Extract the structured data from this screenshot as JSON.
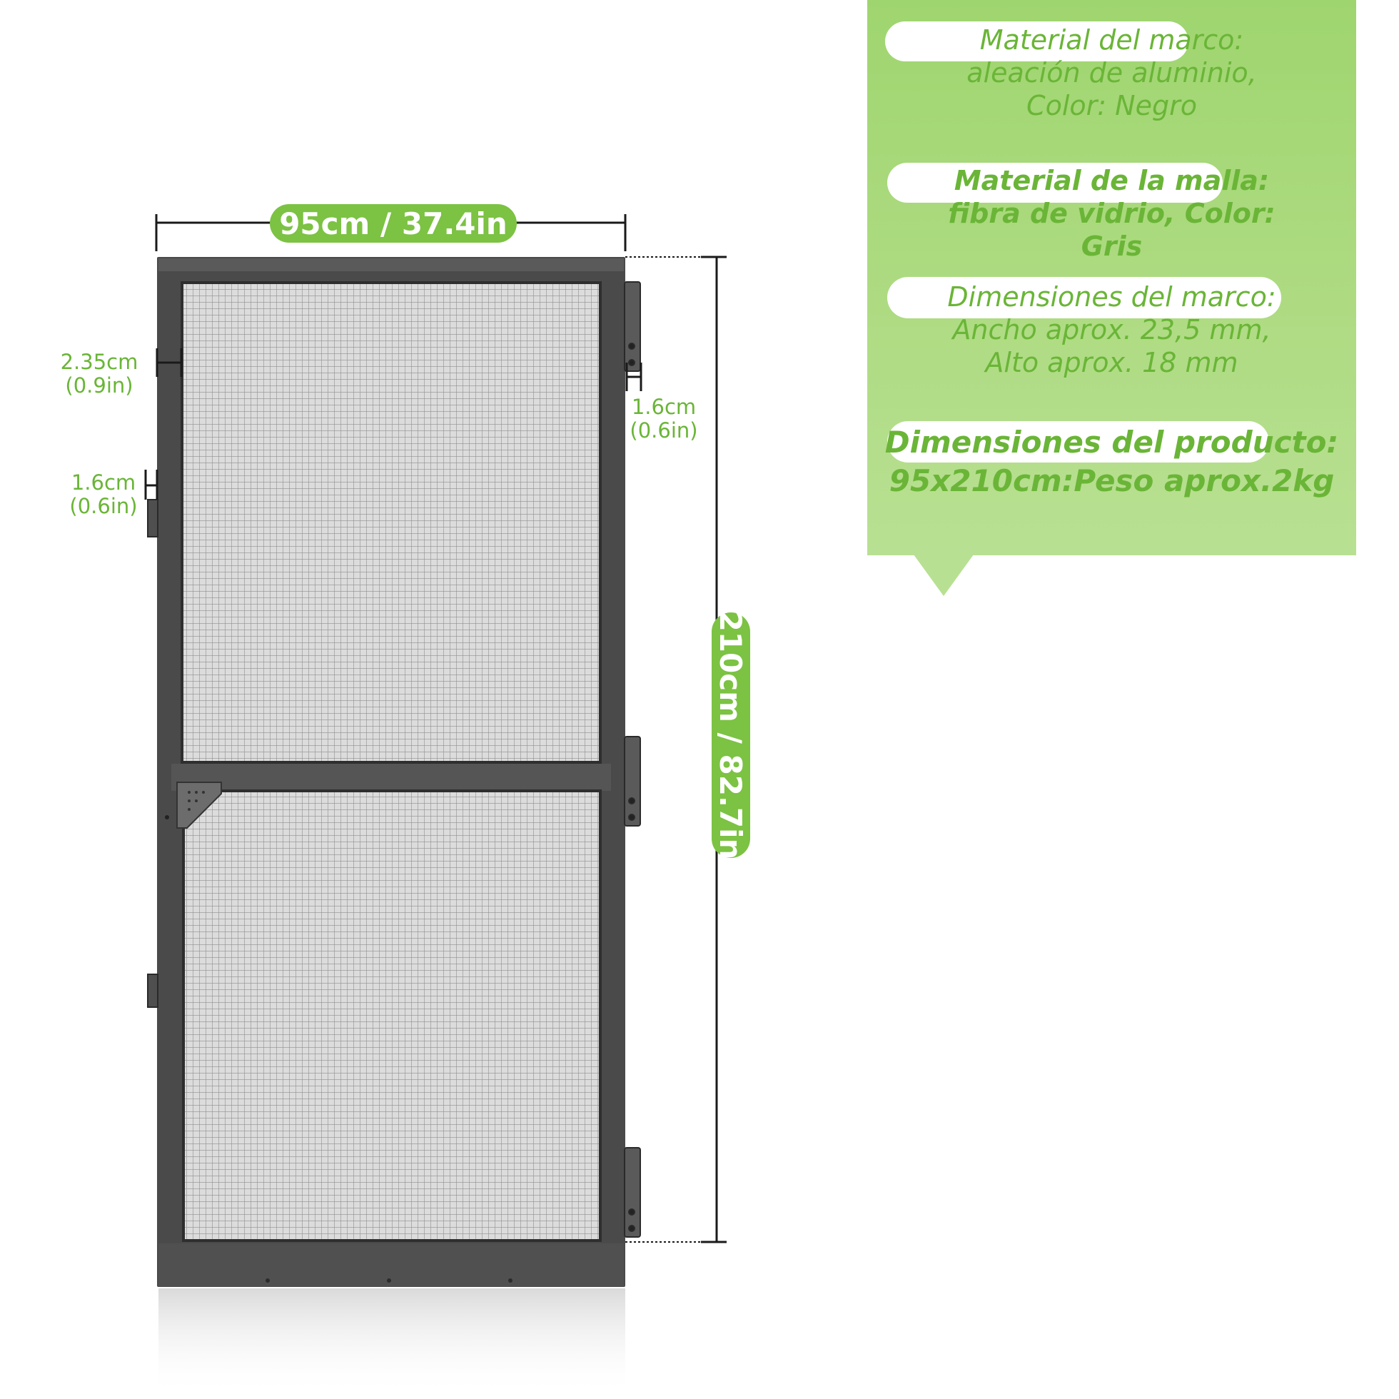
{
  "dimensions": {
    "width_label": "95cm / 37.4in",
    "height_label": "210cm / 82.7in",
    "frame_width_cm": "2.35cm",
    "frame_width_in": "(0.9in)",
    "left_edge_cm": "1.6cm",
    "left_edge_in": "(0.6in)",
    "right_edge_cm": "1.6cm",
    "right_edge_in": "(0.6in)"
  },
  "specs": {
    "frame_material": {
      "title": "Material del marco:",
      "line1": "aleación de aluminio,",
      "line2": "Color: Negro"
    },
    "mesh_material": {
      "title": "Material de la malla:",
      "line1": "fibra de vidrio, Color:",
      "line2": "Gris"
    },
    "frame_dimensions": {
      "title": "Dimensiones del marco:",
      "line1": "Ancho aprox. 23,5 mm,",
      "line2": "Alto aprox. 18 mm"
    },
    "product_dimensions": {
      "title": "Dimensiones del producto:",
      "line1": "95x210cm:Peso aprox.2kg"
    }
  },
  "colors": {
    "accent_green": "#7cc243",
    "text_green": "#6ab537",
    "panel_green": "#a8d97a",
    "frame_gray": "#4a4a4a",
    "mesh_gray": "#d4d4d4"
  }
}
